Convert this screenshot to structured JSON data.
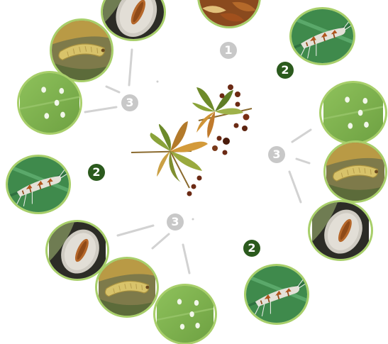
{
  "stage_numbers": {
    "one": "1",
    "two": "2",
    "three": "3"
  },
  "colors": {
    "circle_border": "#a8cf6a",
    "dark_number": "#2b5a1d",
    "light_number": "#c8c8c8",
    "connector": "#d2d2d2"
  },
  "icons": {
    "center": "chestnut-leaves-and-seeds",
    "egg": "eggs-on-leaf-icon",
    "larva": "larva-in-mine-icon",
    "pupa": "pupa-cocoon-icon",
    "moth": "adult-moth-icon",
    "leaves": "dry-leaves-icon"
  }
}
